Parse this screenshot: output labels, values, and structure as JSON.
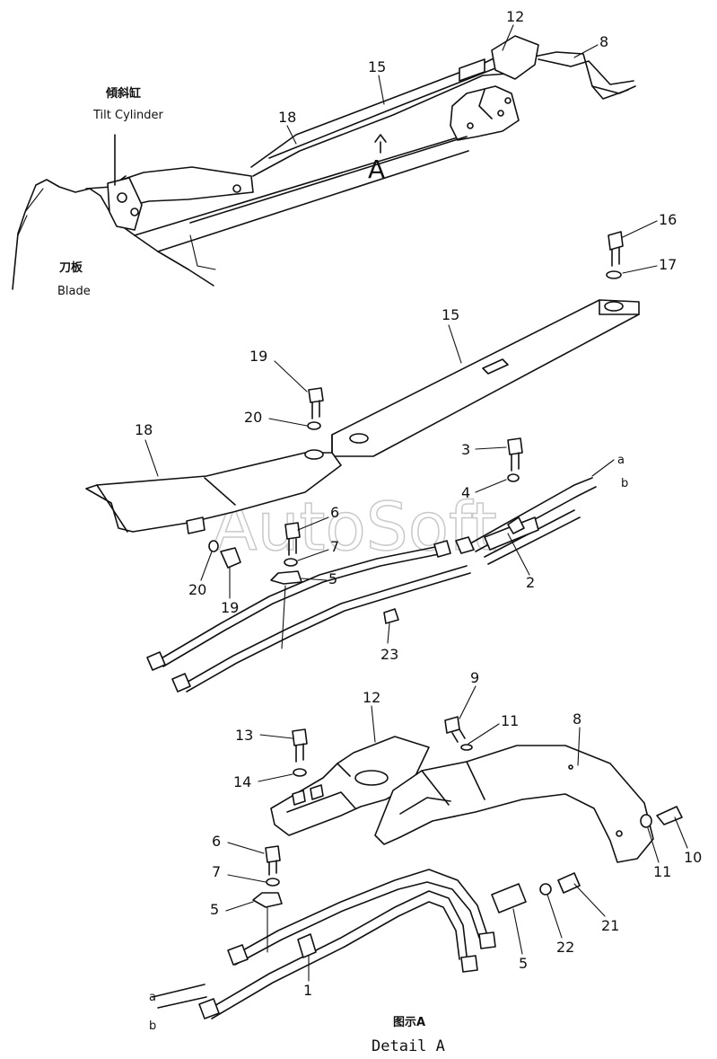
{
  "labels": {
    "tilt_cylinder_cn": "傾斜缸",
    "tilt_cylinder_en": "Tilt Cylinder",
    "blade_cn": "刀板",
    "blade_en": "Blade",
    "view_marker": "A",
    "detail_cn": "图示A",
    "detail_en": "Detail A",
    "watermark": "AutoSoft"
  },
  "callouts": {
    "top_12": "12",
    "top_8": "8",
    "top_15": "15",
    "top_18": "18",
    "mid_16": "16",
    "mid_17": "17",
    "mid_15": "15",
    "mid_19": "19",
    "mid_20": "20",
    "mid_18": "18",
    "mid_3": "3",
    "mid_4": "4",
    "mid_a": "a",
    "mid_b": "b",
    "mid_6": "6",
    "mid_7": "7",
    "mid_5": "5",
    "mid_2": "2",
    "mid_20b": "20",
    "mid_19b": "19",
    "mid_23": "23",
    "det_9": "9",
    "det_12": "12",
    "det_8": "8",
    "det_13": "13",
    "det_11": "11",
    "det_14": "14",
    "det_6": "6",
    "det_7": "7",
    "det_5": "5",
    "det_11b": "11",
    "det_10": "10",
    "det_21": "21",
    "det_22": "22",
    "det_5b": "5",
    "det_a": "a",
    "det_b": "b",
    "det_1": "1"
  }
}
